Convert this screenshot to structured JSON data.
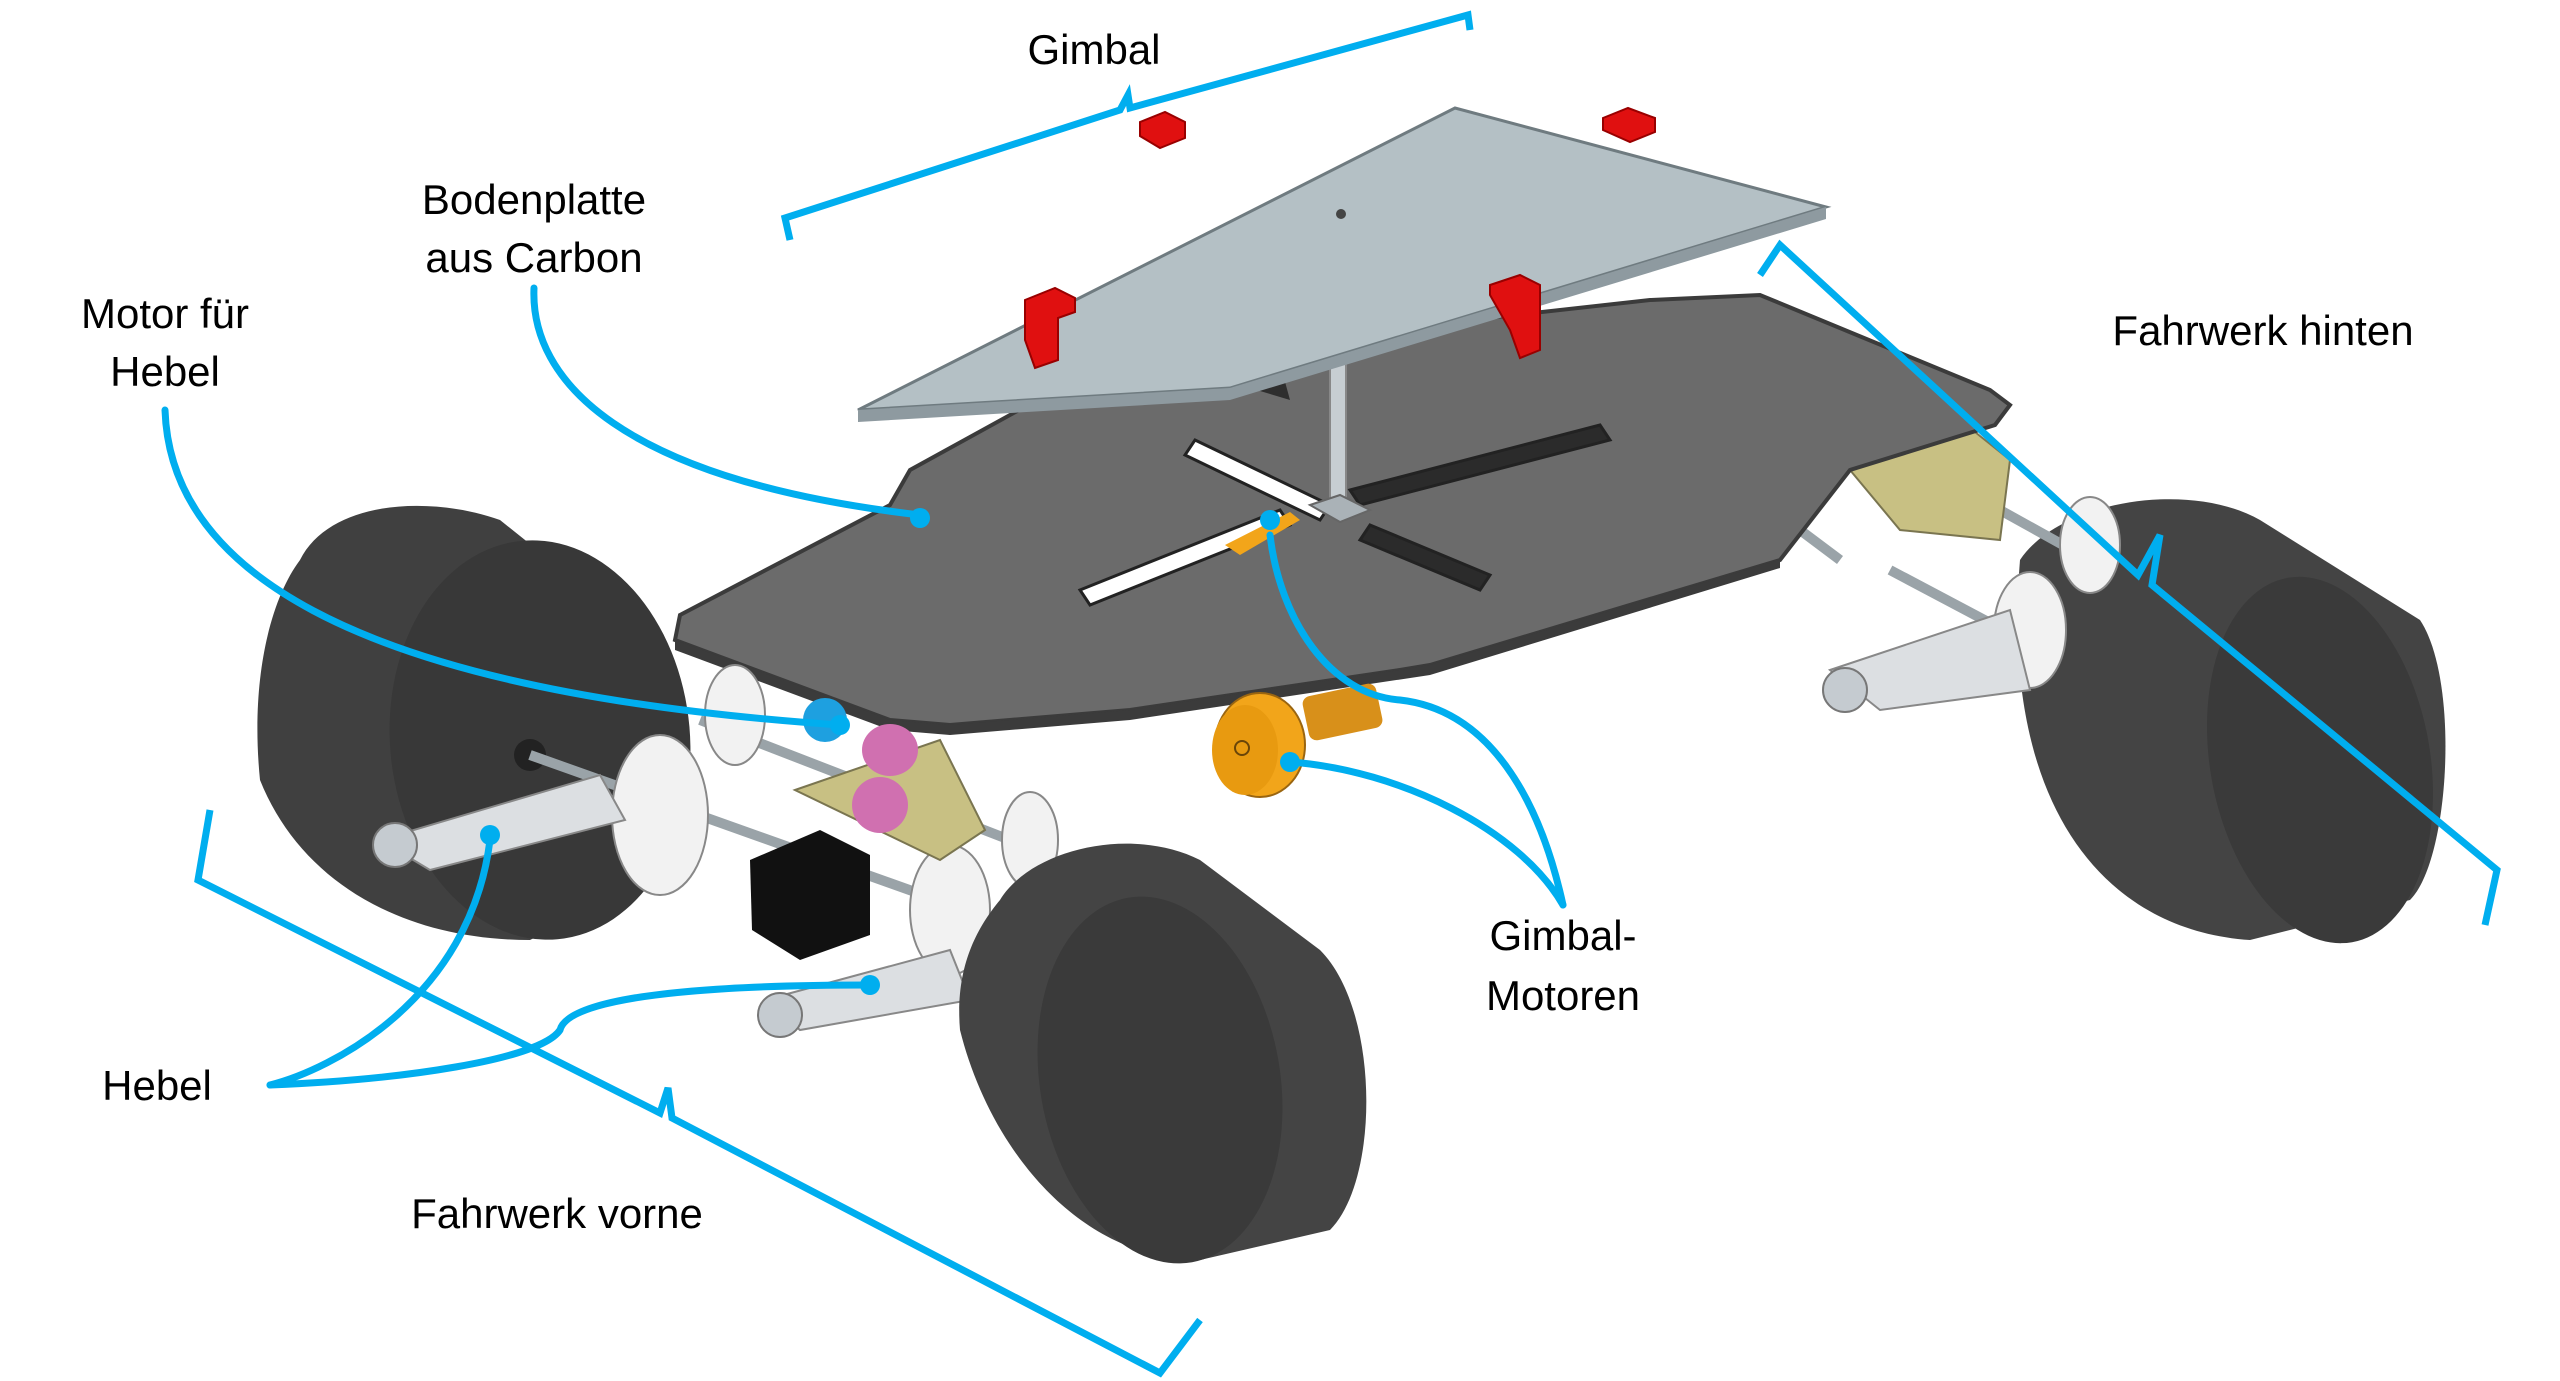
{
  "labels": {
    "gimbal": "Gimbal",
    "bodenplatte_line1": "Bodenplatte",
    "bodenplatte_line2": "aus Carbon",
    "motor_line1": "Motor für",
    "motor_line2": "Hebel",
    "fahrwerk_hinten": "Fahrwerk hinten",
    "gimbal_motoren_line1": "Gimbal-",
    "gimbal_motoren_line2": "Motoren",
    "hebel": "Hebel",
    "fahrwerk_vorne": "Fahrwerk vorne"
  },
  "colors": {
    "callout": "#00AEEF",
    "base_plate": "#6B6B6B",
    "gimbal_plate": "#B4C0C5",
    "mount_red": "#E01010",
    "wheel_dark": "#3A3A3A",
    "gimbal_motor": "#F2A51A",
    "gearbox": "#C8C083",
    "motor_pink": "#D070B0",
    "motor_blue": "#1EA0E0",
    "lever_grey": "#D8DCDF"
  }
}
